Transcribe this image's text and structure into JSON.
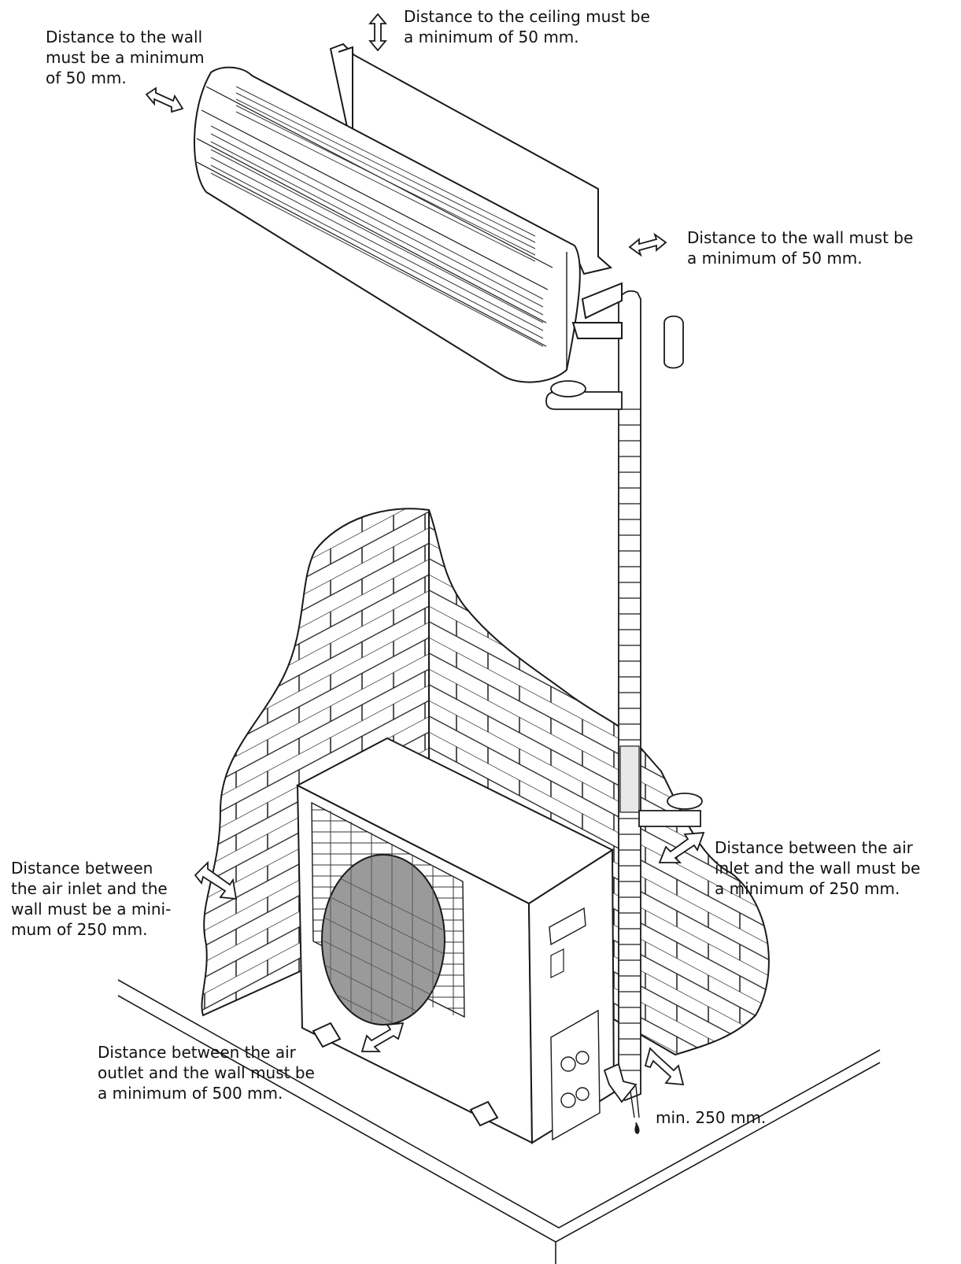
{
  "labels": {
    "ceiling": "Distance to the ceiling must be\na minimum of 50 mm.",
    "wall_top_left": "Distance to the wall\nmust be a minimum\nof 50 mm.",
    "wall_right": "Distance to the wall must be\na minimum of 50 mm.",
    "air_inlet_left": "Distance between\nthe air inlet and the\nwall must be a mini-\nmum of 250 mm.",
    "air_inlet_right": "Distance between the air\ninlet and the wall must be\na minimum of 250 mm.",
    "air_outlet": "Distance between the air\noutlet and the wall must be\na minimum of 500 mm.",
    "min_clearance": "min. 250 mm."
  },
  "colors": {
    "line": "#1a1a1a",
    "fan": "#9a9a9a",
    "background": "#ffffff"
  }
}
